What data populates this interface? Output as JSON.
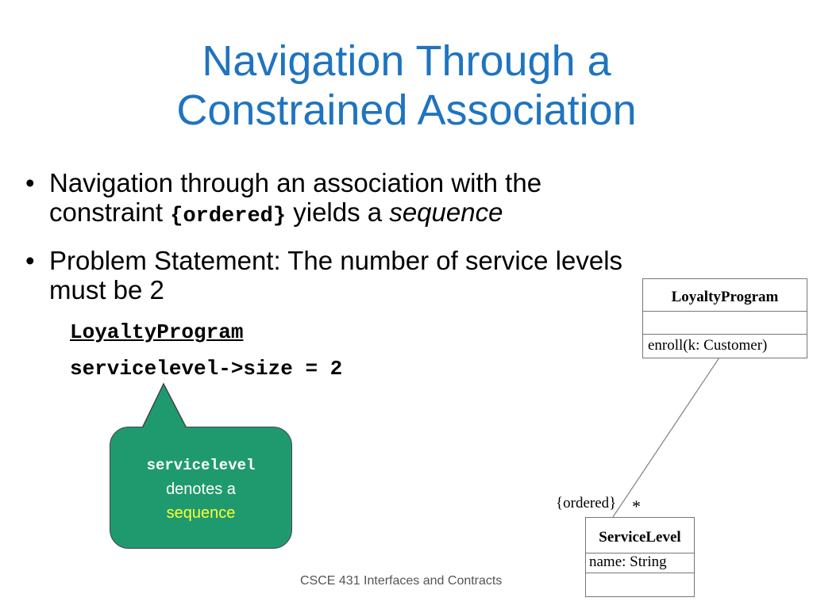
{
  "title": {
    "line1": "Navigation Through a",
    "line2": "Constrained Association"
  },
  "bullets": [
    {
      "marker": "•",
      "text_a": "Navigation through an association with the constraint",
      "code": "{ordered}",
      "text_b": "yields a",
      "emph": "sequence"
    },
    {
      "marker": "•",
      "text": "Problem Statement: The number of service levels must be 2"
    }
  ],
  "code": {
    "context": "LoyaltyProgram",
    "expression": "servicelevel->size = 2"
  },
  "callout": {
    "term": "servicelevel",
    "line2": "denotes a",
    "highlight": "sequence",
    "fill_color": "#1f9a6f",
    "highlight_color": "#ffff33"
  },
  "uml": {
    "loyalty_program": {
      "name": "LoyaltyProgram",
      "operation": "enroll(k: Customer)"
    },
    "service_level": {
      "name": "ServiceLevel",
      "attribute": "name: String"
    },
    "association": {
      "constraint": "{ordered}",
      "multiplicity": "*"
    }
  },
  "footer": "CSCE 431 Interfaces and Contracts",
  "colors": {
    "title": "#1f74c0"
  }
}
